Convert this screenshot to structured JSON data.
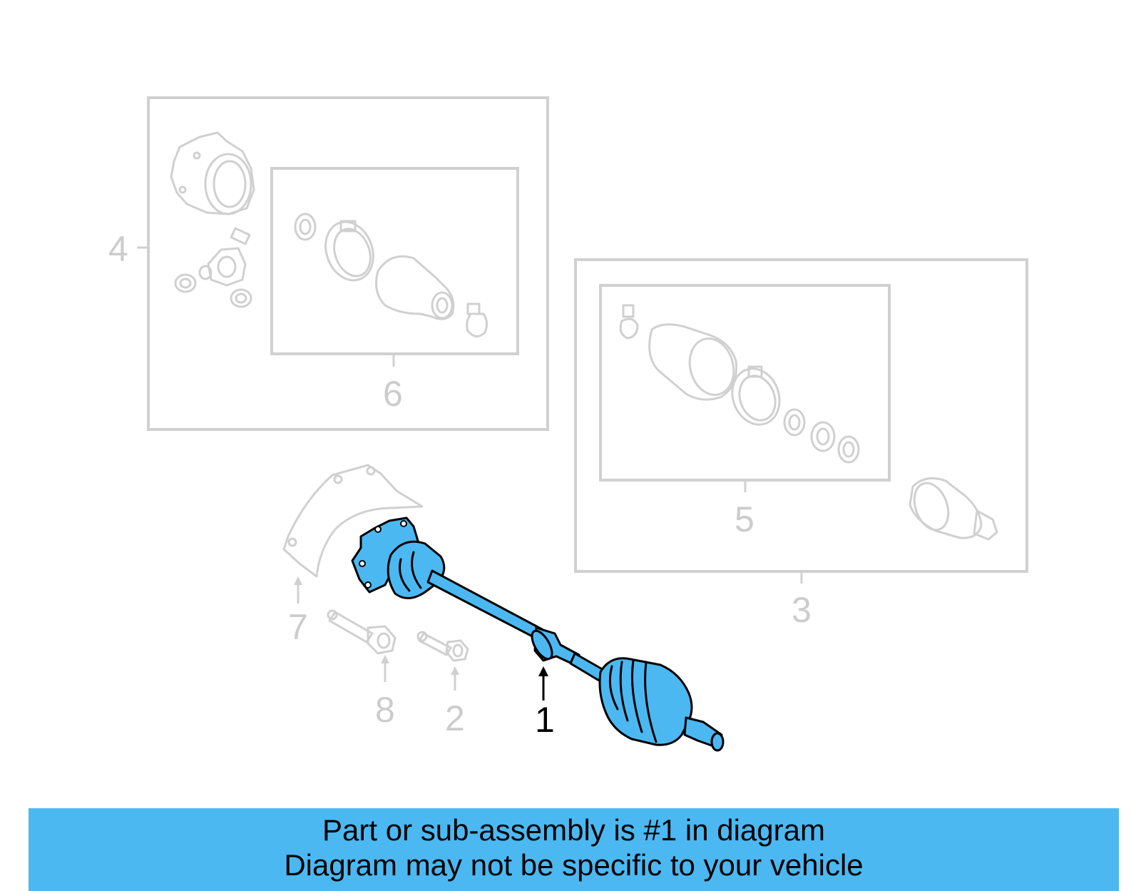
{
  "callouts": {
    "c1": "1",
    "c2": "2",
    "c3": "3",
    "c4": "4",
    "c5": "5",
    "c6": "6",
    "c7": "7",
    "c8": "8"
  },
  "banner": {
    "line1": "Part or sub-assembly is #1 in diagram",
    "line2": "Diagram may not be specific to your vehicle"
  },
  "colors": {
    "highlight": "#4cb8f2",
    "ghost": "#d0d0d0",
    "text_active": "#000000"
  }
}
